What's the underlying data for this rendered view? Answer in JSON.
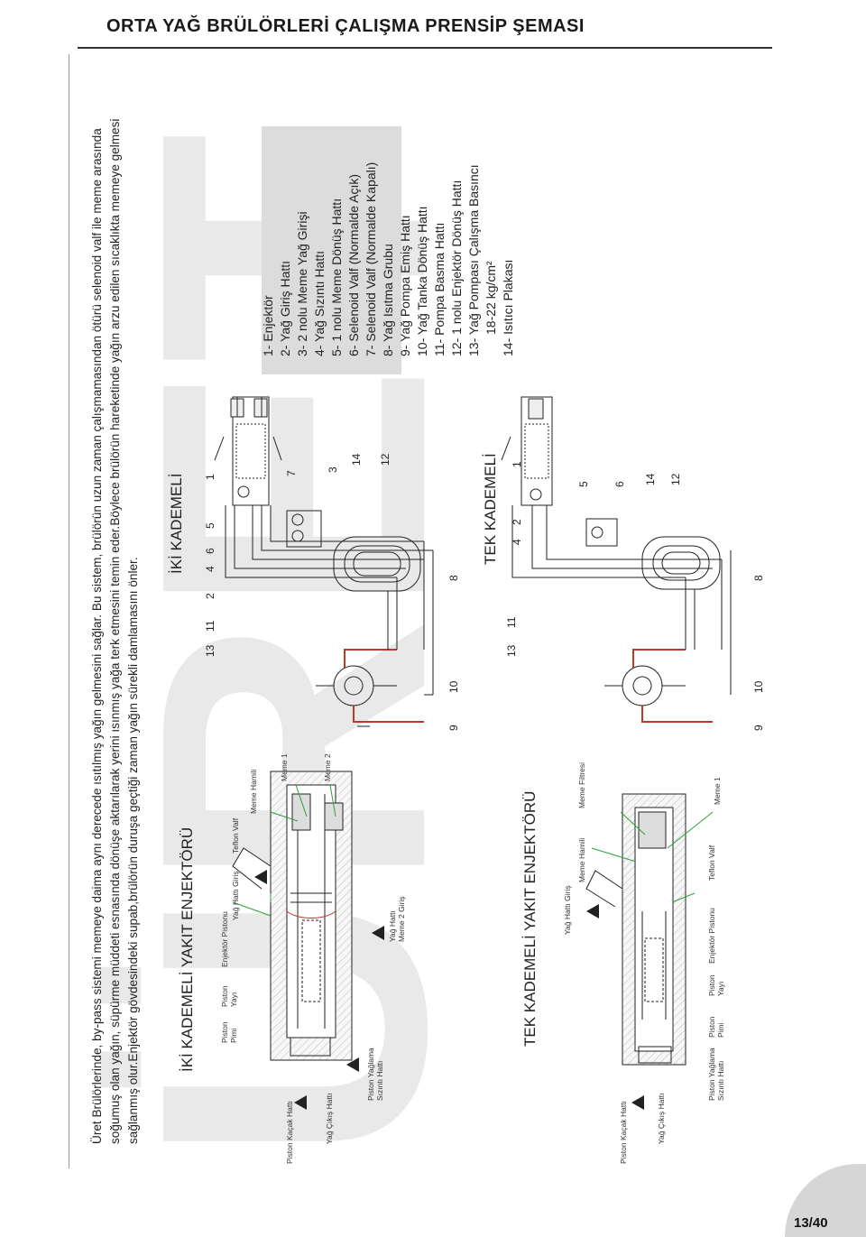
{
  "page": {
    "title": "ORTA YAĞ BRÜLÖRLERİ ÇALIŞMA PRENSİP ŞEMASI",
    "page_number": "13/40",
    "watermark": "ÜRET"
  },
  "intro": {
    "lines": [
      "Üret Brülörlerinde, by-pass sistemi memeye daima aynı derecede ısıtılmış yağın gelmesini sağlar. Bu sistem, brülörün uzun zaman çalışmamasından ötürü selenoid valf ile meme arasında",
      "soğumuş olan yağın, süpürme müddeti esnasında dönüşe aktarılarak yerini ısınmış yağa terk etmesini temin eder.Böylece brülörün hareketinde yağın arzu edilen sıcaklıkta memeye gelmesi",
      "sağlanmış olur.Enjektör gövdesindeki supab,brülörün duruşa geçtiği zaman yağın sürekli damlamasını önler."
    ]
  },
  "sections": {
    "two_stage_injector": "İKİ KADEMELİ YAKIT ENJEKTÖRÜ",
    "one_stage_injector": "TEK KADEMELİ YAKIT ENJEKTÖRÜ",
    "two_stage_circuit": "İKİ KADEMELİ",
    "one_stage_circuit": "TEK KADEMELİ"
  },
  "legend": [
    "1- Enjektör",
    "2- Yağ Giriş Hattı",
    "3- 2 nolu Meme Yağ Girişi",
    "4- Yağ Sızıntı Hattı",
    "5- 1 nolu Meme Dönüş Hattı",
    "6- Selenoid Valf (Normalde Açık)",
    "7- Selenoid Valf (Normalde Kapalı)",
    "8- Yağ Isıtma Grubu",
    "9- Yağ Pompa Emiş Hattı",
    "10- Yağ Tanka Dönüş Hattı",
    "11- Pompa Basma Hattı",
    "12- 1 nolu Enjektör Dönüş Hattı",
    "13- Yağ Pompası Çalışma Basıncı",
    "18-22 kg/cm²",
    "14- Isıtıcı Plakası"
  ],
  "two_stage_labels": {
    "piston_kacak": "Piston Kaçak Hattı",
    "yag_cikis": "Yağ Çıkış Hattı",
    "piston_yaglama": [
      "Piston Yağlama",
      "Sızıntı Hattı"
    ],
    "piston_pimi": [
      "Piston",
      "Pimi"
    ],
    "piston_yayi": [
      "Piston",
      "Yayı"
    ],
    "enjektor_pistonu": "Enjektör Pistonu",
    "yag_hatti_giris": "Yağ Hattı Giriş",
    "teflon_valf": "Teflon Valf",
    "meme_hamili": "Meme Hamili",
    "meme_1": "Meme 1",
    "meme_2": "Meme 2",
    "yag_hatti_meme2": [
      "Yağ Hattı",
      "Meme 2 Giriş"
    ]
  },
  "one_stage_labels": {
    "piston_kacak": "Piston Kaçak Hattı",
    "yag_cikis": "Yağ Çıkış Hattı",
    "piston_yaglama": [
      "Piston Yağlama",
      "Sızıntı Hattı"
    ],
    "piston_pimi": [
      "Piston",
      "Pimi"
    ],
    "piston_yayi": [
      "Piston",
      "Yayı"
    ],
    "enjektor_pistonu": "Enjektör Pistonu",
    "yag_hatti_giris": "Yağ Hattı Giriş",
    "teflon_valf": "Teflon Valf",
    "meme_hamili": "Meme Hamili",
    "meme_filtresi": "Meme Filtresi",
    "meme_1": "Meme 1"
  },
  "two_stage_numbers": [
    "13",
    "11",
    "2",
    "4",
    "6",
    "5",
    "1",
    "7",
    "3",
    "14",
    "12",
    "8",
    "10",
    "9"
  ],
  "one_stage_numbers": [
    "13",
    "11",
    "4",
    "2",
    "1",
    "5",
    "6",
    "14",
    "12",
    "8",
    "10",
    "9"
  ],
  "colors": {
    "accent": "#c0392b",
    "marker": "#2e9e3e",
    "watermark": "#e6e6e6"
  }
}
